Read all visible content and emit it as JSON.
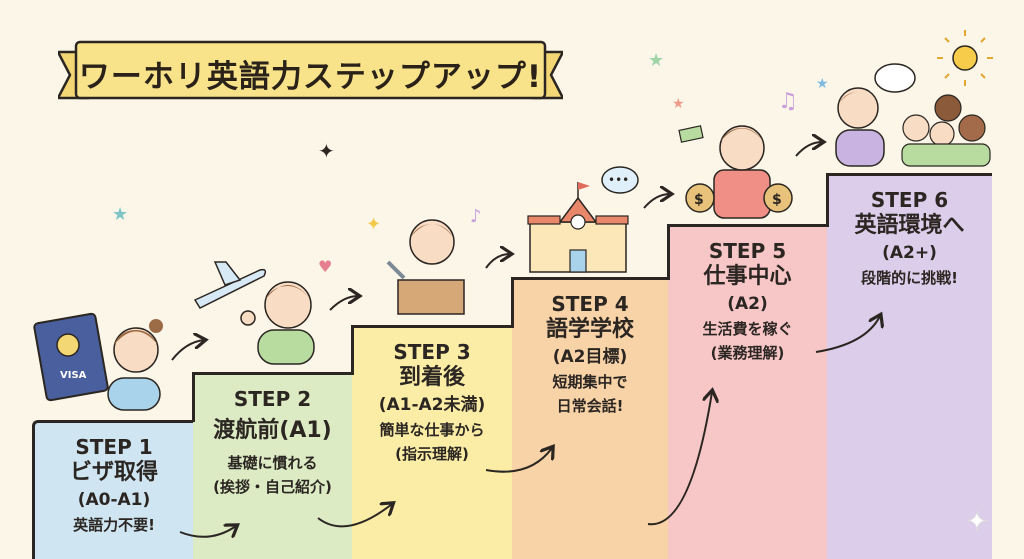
{
  "title": "ワーホリ英語力ステップアップ!",
  "passport_label": "VISA",
  "steps": [
    {
      "step": "STEP 1",
      "name": "ビザ取得",
      "level": "(A0-A1)",
      "lines": [
        "英語力不要!"
      ],
      "color": "#cfe6f2"
    },
    {
      "step": "STEP 2",
      "name": "渡航前(A1)",
      "level": "",
      "lines": [
        "基礎に慣れる",
        "(挨拶・自己紹介)"
      ],
      "color": "#dcebc4"
    },
    {
      "step": "STEP 3",
      "name": "到着後",
      "level": "(A1-A2未満)",
      "lines": [
        "簡単な仕事から",
        "(指示理解)"
      ],
      "color": "#fbeda6"
    },
    {
      "step": "STEP 4",
      "name": "語学学校",
      "level": "(A2目標)",
      "lines": [
        "短期集中で",
        "日常会話!"
      ],
      "color": "#f9d3a8"
    },
    {
      "step": "STEP 5",
      "name": "仕事中心",
      "level": "(A2)",
      "lines": [
        "生活費を稼ぐ",
        "(業務理解)"
      ],
      "color": "#f7c6c6"
    },
    {
      "step": "STEP 6",
      "name": "英語環境へ",
      "level": "(A2+)",
      "lines": [
        "段階的に挑戦!"
      ],
      "color": "#dccdea"
    }
  ]
}
